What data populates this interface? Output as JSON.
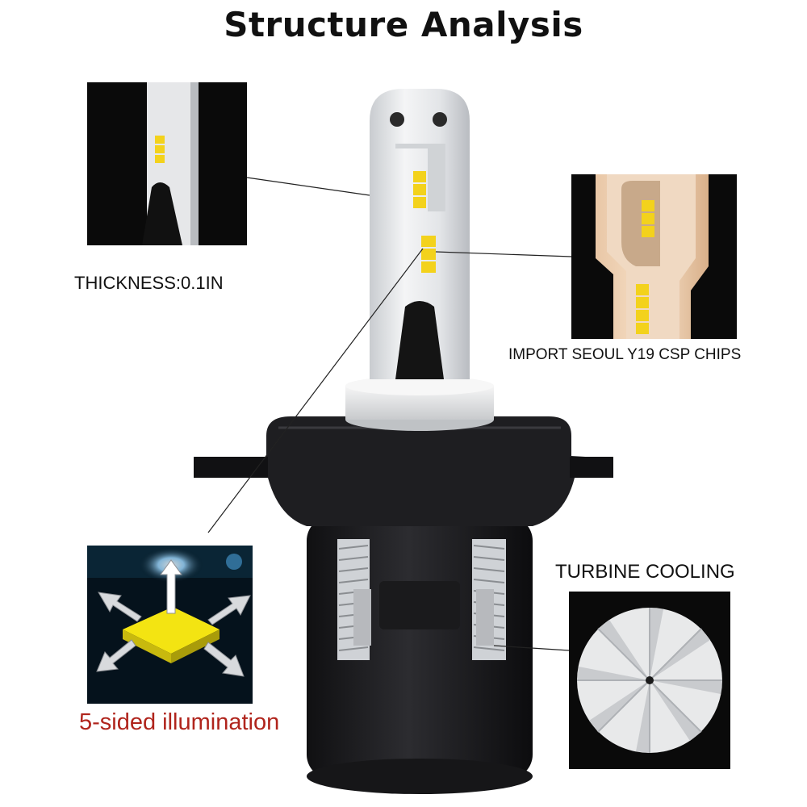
{
  "title": "Structure Analysis",
  "callouts": {
    "thickness": "THICKNESS:0.1IN",
    "chips": "IMPORT SEOUL Y19 CSP CHIPS",
    "illumination": "5-sided illumination",
    "cooling": "TURBINE COOLING"
  },
  "colors": {
    "background": "#ffffff",
    "bulb_body": "#1c1c1e",
    "heatsink_shell": "#dfe1e4",
    "led_chip": "#f3d21c",
    "highlight_text": "#b0241c"
  },
  "icons": [
    "led-chip-icon",
    "direction-arrow-icon",
    "turbine-fan-icon"
  ]
}
